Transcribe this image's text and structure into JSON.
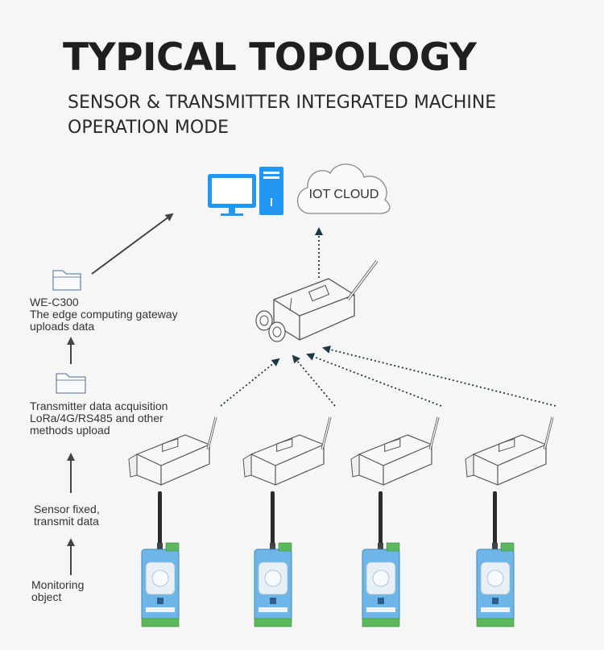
{
  "header": {
    "title": "TYPICAL TOPOLOGY",
    "subtitle_line1": "SENSOR & TRANSMITTER INTEGRATED MACHINE",
    "subtitle_line2": "OPERATION MODE"
  },
  "cloud": {
    "label": "IOT CLOUD"
  },
  "steps": {
    "gateway": {
      "line1": "WE-C300",
      "line2": "The edge computing gateway",
      "line3": "uploads data"
    },
    "transmitter": {
      "line1": "Transmitter data acquisition",
      "line2": "LoRa/4G/RS485 and other",
      "line3": "methods upload"
    },
    "sensor": {
      "line1": "Sensor fixed,",
      "line2": "transmit data"
    },
    "monitoring": {
      "line1": "Monitoring",
      "line2": "object"
    }
  },
  "colors": {
    "pc_blue": "#2196f3",
    "module_blue": "#6ab4e6",
    "terminal_green": "#5cb85c",
    "line_gray": "#444444"
  },
  "icons": [
    "computer-icon",
    "cloud-icon",
    "folder-icon",
    "gateway-device-icon",
    "transmitter-device-icon",
    "sensor-module-icon"
  ]
}
